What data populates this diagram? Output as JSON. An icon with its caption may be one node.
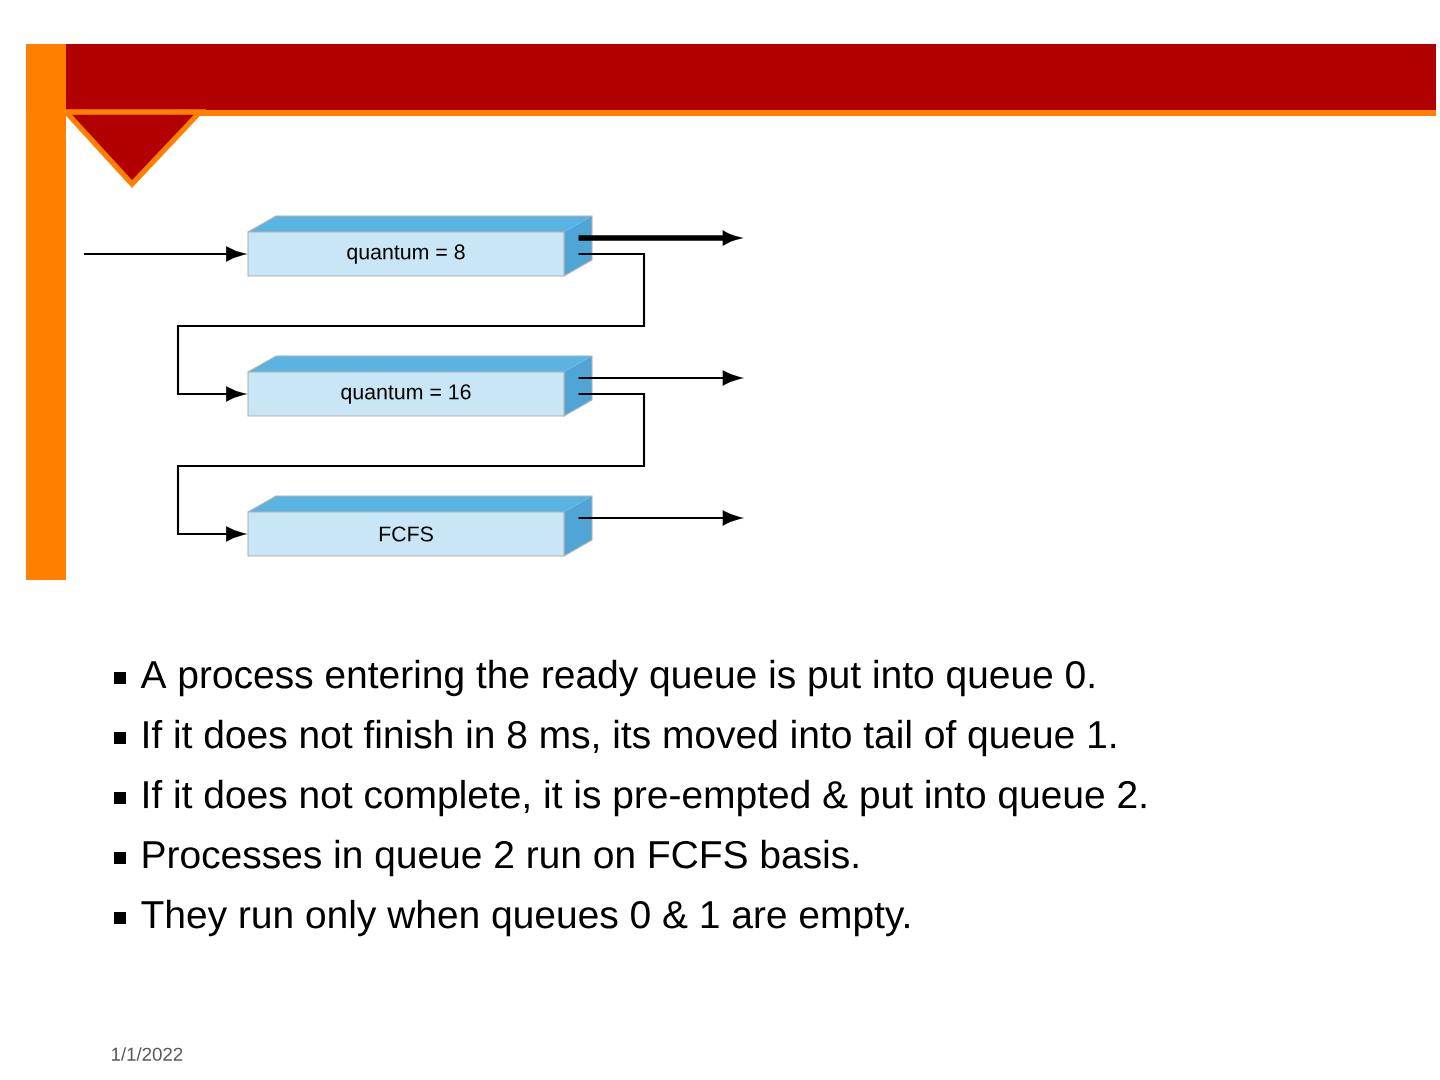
{
  "diagram": {
    "nodes": [
      {
        "text": [
          "quantum = 8"
        ]
      },
      {
        "text": [
          "quantum = 16"
        ]
      },
      {
        "text": [
          "FCFS"
        ]
      }
    ],
    "edges": [
      {
        "from": null,
        "to": 0,
        "arrow": "to"
      },
      {
        "from": 0,
        "to": null,
        "arrow": "to",
        "style": "thick"
      },
      {
        "from": 0,
        "to": 1,
        "arrow": "to"
      },
      {
        "from": 1,
        "to": null,
        "arrow": "to"
      },
      {
        "from": 1,
        "to": 2,
        "arrow": "to"
      },
      {
        "from": 2,
        "to": null,
        "arrow": "to"
      }
    ],
    "labels": [
      "A process entering the ready queue is put into queue 0.",
      "If it does not finish in 8 ms, its moved into tail of queue 1.",
      "If it does not complete, it is pre-empted & put into queue 2.",
      "Processes in queue 2 run on FCFS basis.",
      "They run only when queues 0 & 1 are empty.",
      "1/1/2022"
    ]
  }
}
